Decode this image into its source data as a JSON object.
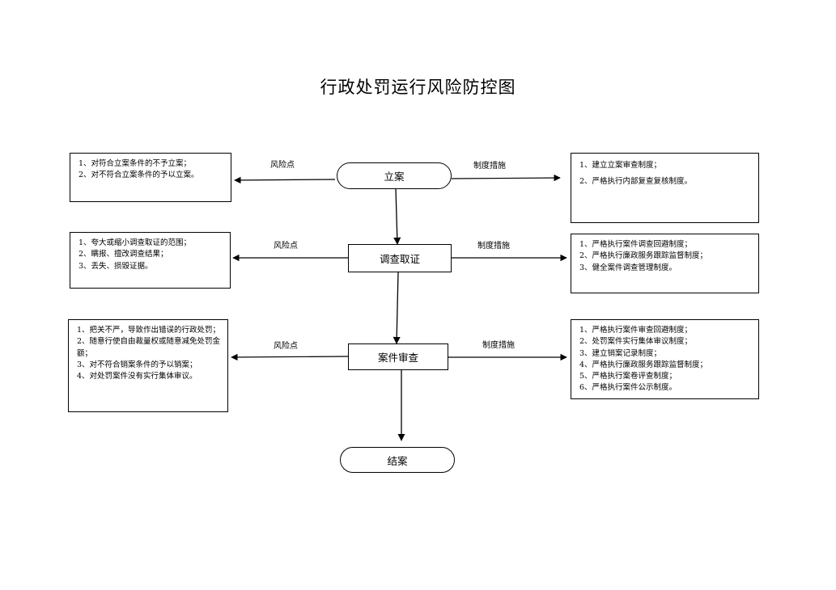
{
  "title": "行政处罚运行风险防控图",
  "labels": {
    "risk": "风险点",
    "measure": "制度措施"
  },
  "stages": [
    {
      "name": "立案",
      "risks": [
        "1、对符合立案条件的不予立案；",
        "2、对不符合立案条件的予以立案。"
      ],
      "measures": [
        "1、建立立案审查制度；",
        "2、严格执行内部复查复核制度。"
      ]
    },
    {
      "name": "调查取证",
      "risks": [
        "1、夸大或缩小调查取证的范围；",
        "2、瞒报、擅改调查结果；",
        "3、丢失、损毁证据。"
      ],
      "measures": [
        "1、严格执行案件调查回避制度；",
        "2、严格执行廉政服务跟踪监督制度；",
        "3、健全案件调查管理制度。"
      ]
    },
    {
      "name": "案件审查",
      "risks": [
        "1、把关不严，导致作出错误的行政处罚；",
        "2、随意行使自由裁量权或随意减免处罚金额；",
        "3、对不符合销案条件的予以销案；",
        "4、对处罚案件没有实行集体审议。"
      ],
      "measures": [
        "1、严格执行案件审查回避制度；",
        "2、处罚案件实行集体审议制度；",
        "3、建立销案记录制度；",
        "4、严格执行廉政服务跟踪监督制度；",
        "5、严格执行案卷评查制度；",
        "6、严格执行案件公示制度。"
      ]
    }
  ],
  "end": "结案"
}
